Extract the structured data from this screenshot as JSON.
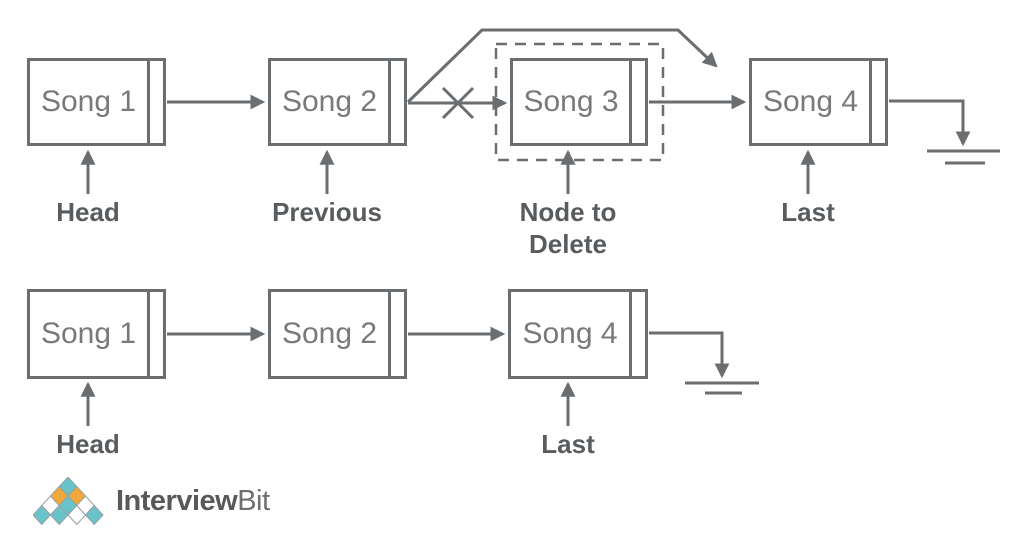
{
  "top": {
    "nodes": {
      "n1": "Song 1",
      "n2": "Song 2",
      "n3": "Song 3",
      "n4": "Song 4"
    },
    "labels": {
      "head": "Head",
      "previous": "Previous",
      "delete": "Node to Delete",
      "last": "Last"
    }
  },
  "bottom": {
    "nodes": {
      "n1": "Song 1",
      "n2": "Song 2",
      "n4": "Song 4"
    },
    "labels": {
      "head": "Head",
      "last": "Last"
    }
  },
  "logo": {
    "primary": "Interview",
    "secondary": "Bit"
  },
  "colors": {
    "line": "#6b6e70",
    "nodeText": "#77797b",
    "labelText": "#595c5e",
    "logoTeal": "#69c3cb",
    "logoOrange": "#f2a93b",
    "logoText": "#58595b",
    "bg": "#ffffff"
  }
}
